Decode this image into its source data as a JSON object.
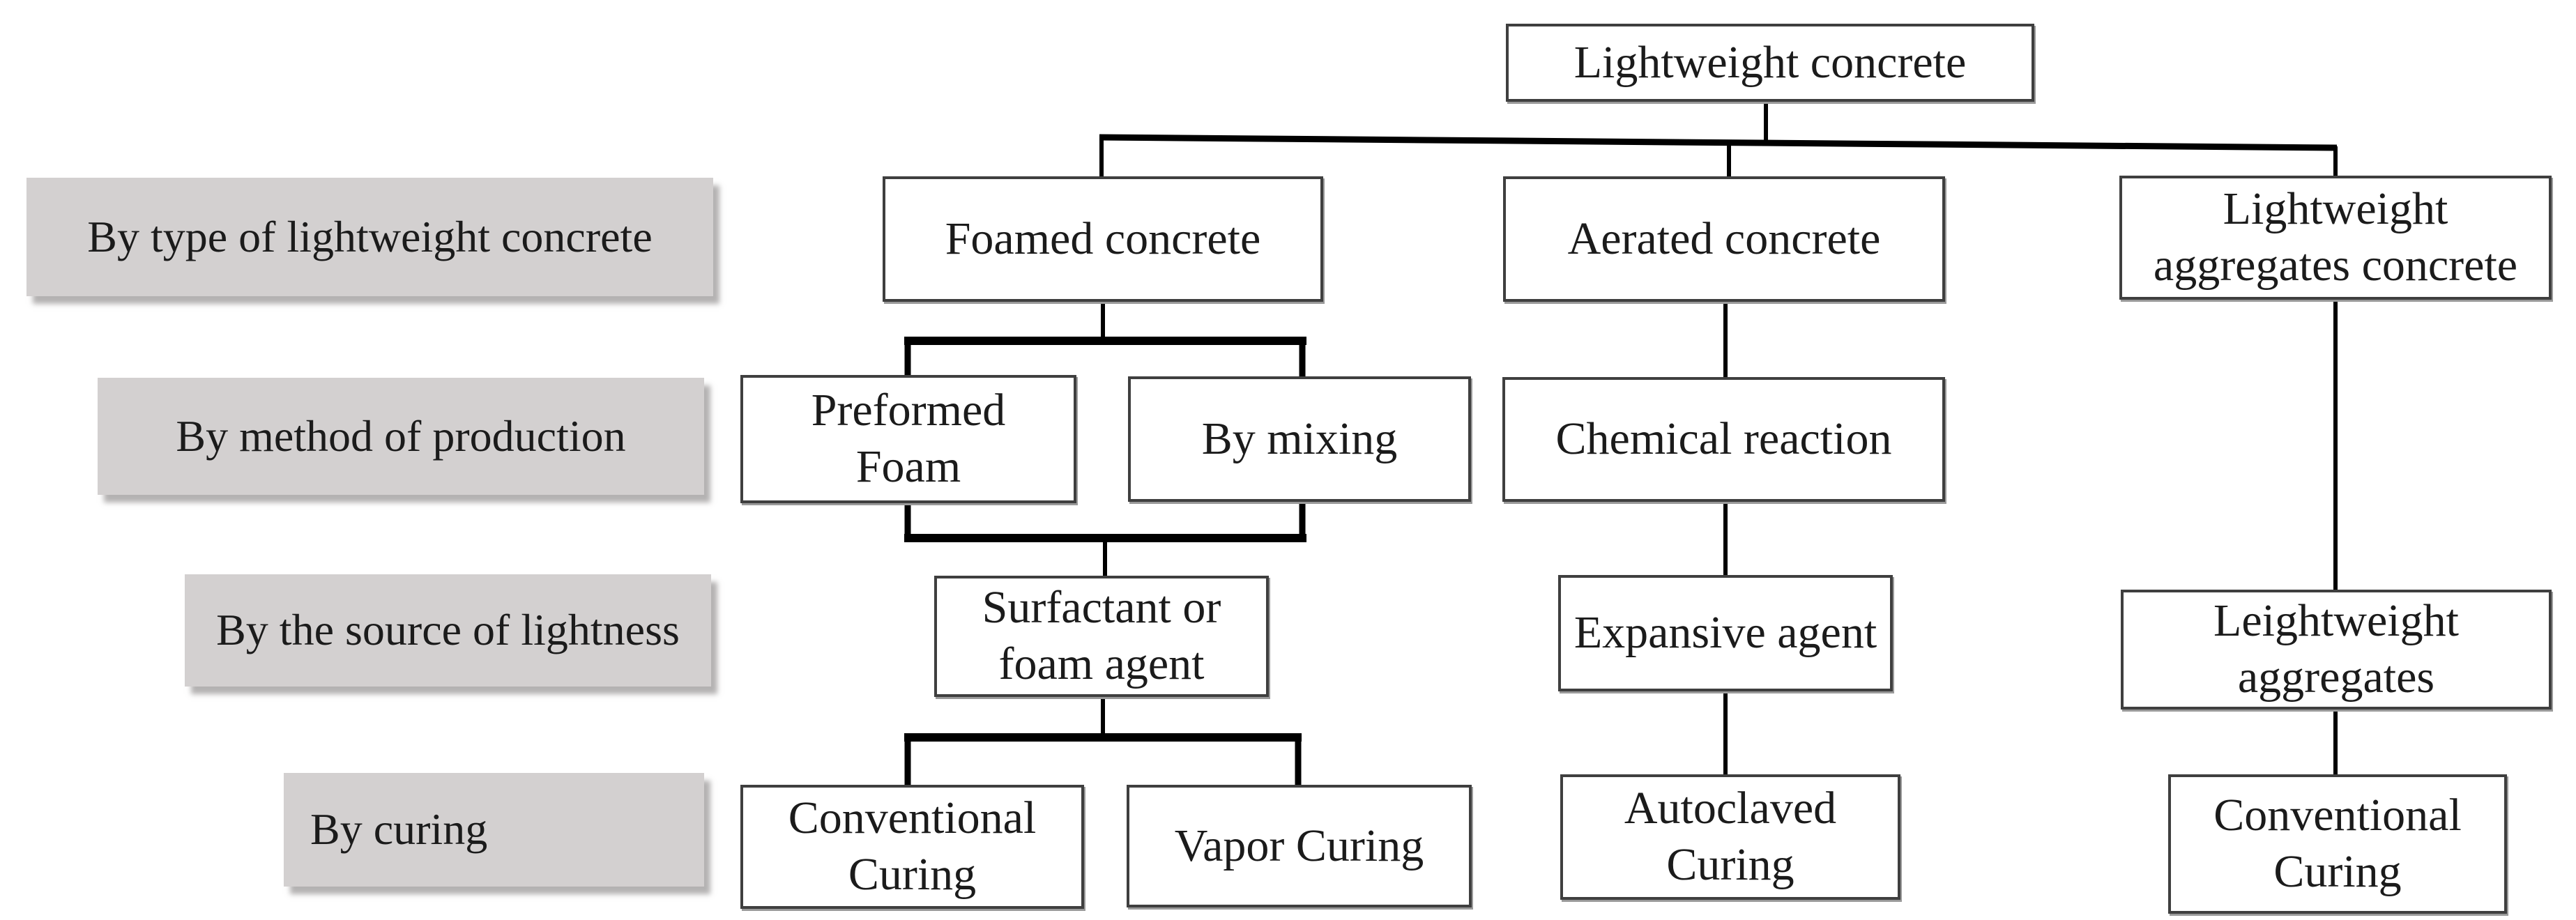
{
  "diagram_title": "Lightweight concrete classification flowchart",
  "colors": {
    "background": "#ffffff",
    "node_border": "#3f3f3f",
    "node_fill": "#ffffff",
    "row_label_fill": "#d3d0d0",
    "connector": "#000000",
    "text": "#1b1b1b"
  },
  "row_labels": [
    {
      "text": "By type of lightweight concrete"
    },
    {
      "text": "By method of production"
    },
    {
      "text": "By the source of lightness"
    },
    {
      "text": "By curing"
    }
  ],
  "nodes": {
    "root": "Lightweight concrete",
    "foamed_concrete": "Foamed concrete",
    "aerated_concrete": "Aerated concrete",
    "lightweight_aggregates_concrete": "Lightweight\naggregates concrete",
    "preformed_foam": "Preformed\nFoam",
    "by_mixing": "By mixing",
    "chemical_reaction": "Chemical reaction",
    "surfactant_or_foam_agent": "Surfactant or\nfoam agent",
    "expansive_agent": "Expansive agent",
    "leightweight_aggregates": "Leightweight\naggregates",
    "conventional_curing_foamed": "Conventional\nCuring",
    "vapor_curing": "Vapor Curing",
    "autoclaved_curing": "Autoclaved\nCuring",
    "conventional_curing_aggregates": "Conventional\nCuring"
  },
  "edges": [
    [
      "Lightweight concrete",
      "Foamed concrete"
    ],
    [
      "Lightweight concrete",
      "Aerated concrete"
    ],
    [
      "Lightweight concrete",
      "Lightweight aggregates concrete"
    ],
    [
      "Foamed concrete",
      "Preformed Foam"
    ],
    [
      "Foamed concrete",
      "By mixing"
    ],
    [
      "Preformed Foam",
      "Surfactant or foam agent"
    ],
    [
      "By mixing",
      "Surfactant or foam agent"
    ],
    [
      "Surfactant or foam agent",
      "Conventional Curing"
    ],
    [
      "Surfactant or foam agent",
      "Vapor Curing"
    ],
    [
      "Aerated concrete",
      "Chemical reaction"
    ],
    [
      "Chemical reaction",
      "Expansive agent"
    ],
    [
      "Expansive agent",
      "Autoclaved Curing"
    ],
    [
      "Lightweight aggregates concrete",
      "Leightweight aggregates"
    ],
    [
      "Leightweight aggregates",
      "Conventional Curing"
    ]
  ]
}
